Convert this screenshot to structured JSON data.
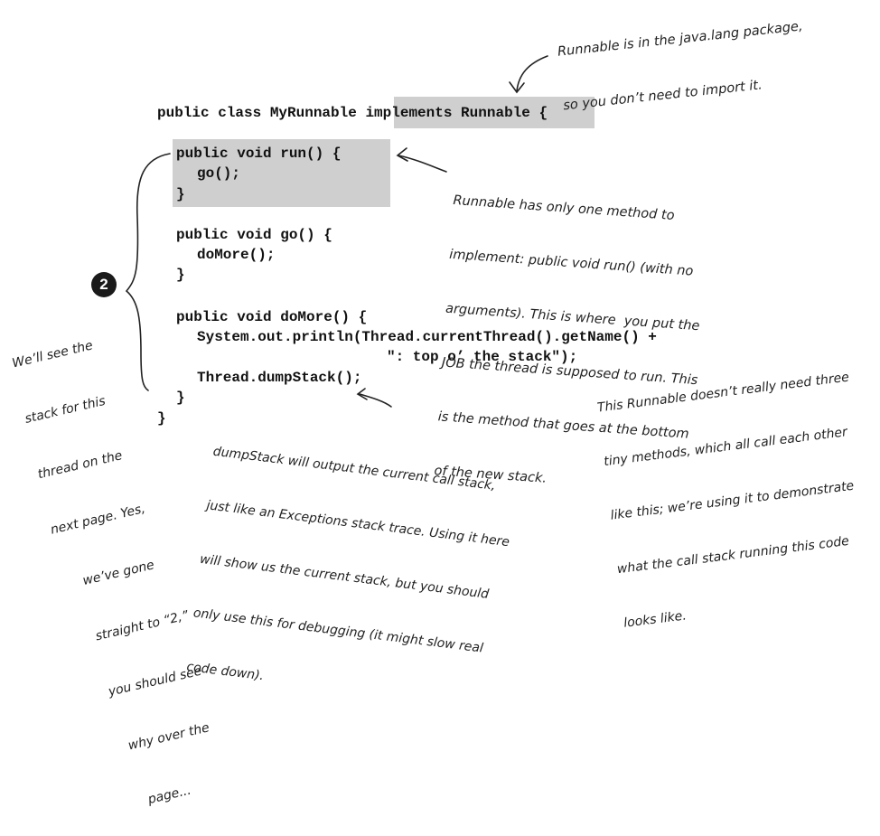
{
  "code": {
    "class_decl_prefix": "public class MyRunnable ",
    "class_decl_highlight": "implements Runnable",
    "class_decl_suffix": " {",
    "run_decl": "public void run() {",
    "run_body": "go();",
    "run_close": "}",
    "go_decl": "public void go() {",
    "go_body": "doMore();",
    "go_close": "}",
    "domore_decl": "public void doMore() {",
    "println_line": "System.out.println(Thread.currentThread().getName() +",
    "println_cont": "\": top o’ the stack\");",
    "dumpstack_line": "Thread.dumpStack();",
    "domore_close": "}",
    "class_close": "}"
  },
  "badge": "2",
  "annotations": {
    "java_lang": [
      "Runnable is in the java.lang package,",
      "so you don’t need to import it."
    ],
    "run_method": [
      "Runnable has only one method to",
      "implement: public void run() (with no",
      "arguments). This is where  you put the",
      "JOB the thread is supposed to run. This",
      "is the method that goes at the bottom",
      "of the new stack."
    ],
    "see_stack": [
      "We’ll see the",
      "stack for this",
      "thread on the",
      "next page. Yes,",
      "we’ve gone",
      "straight to “2,”",
      "you should see",
      "why over the",
      "page..."
    ],
    "three_methods": [
      "This Runnable doesn’t really need three",
      "tiny methods, which all call each other",
      "like this; we’re using it to demonstrate",
      "what the call stack running this code",
      "looks like."
    ],
    "dumpstack": [
      "dumpStack will output the current call stack,",
      "just like an Exceptions stack trace. Using it here",
      "will show us the current stack, but you should",
      "only use this for debugging (it might slow real",
      "code down)."
    ]
  }
}
